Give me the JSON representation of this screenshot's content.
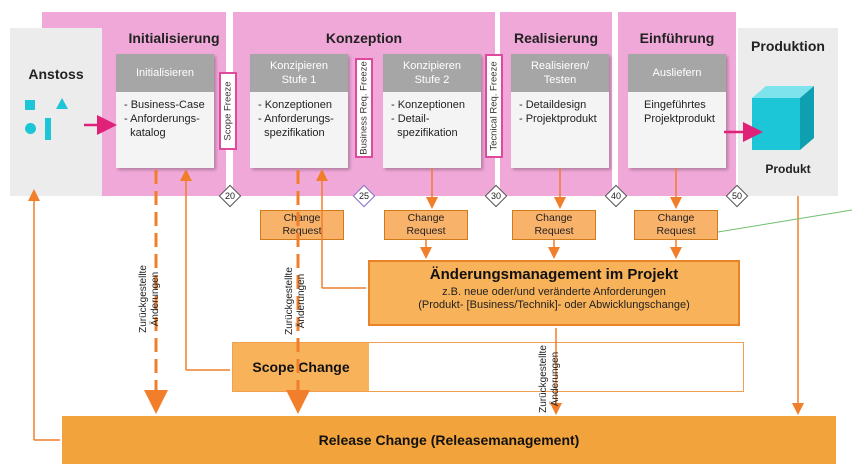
{
  "phases": {
    "anstoss": "Anstoss",
    "initialisierung": "Initialisierung",
    "konzeption": "Konzeption",
    "realisierung": "Realisierung",
    "einfuehrung": "Einführung",
    "produktion": "Produktion"
  },
  "cards": [
    {
      "head": "Initialisieren",
      "body": "- Business-Case\n- Anforderungs-\n  katalog"
    },
    {
      "head": "Konzipieren\nStufe 1",
      "body": "- Konzeptionen\n- Anforderungs-\n  spezifikation"
    },
    {
      "head": "Konzipieren\nStufe 2",
      "body": "- Konzeptionen\n- Detail-\n  spezifikation"
    },
    {
      "head": "Realisieren/\nTesten",
      "body": "- Detaildesign\n- Projektprodukt"
    },
    {
      "head": "Ausliefern",
      "body": "Eingeführtes\nProjektprodukt"
    }
  ],
  "freezes": [
    "Scope Freeze",
    "Business Req. Freeze",
    "Tecnical Req. Freeze"
  ],
  "milestones": [
    "20",
    "25",
    "30",
    "40",
    "50"
  ],
  "product_label": "Produkt",
  "change_request": "Change\nRequest",
  "aenderung": {
    "title": "Änderungsmanagement im Projekt",
    "line1": "z.B. neue oder/und veränderte Anforderungen",
    "line2": "(Produkt- [Business/Technik]- oder Abwicklungschange)"
  },
  "scope_change": "Scope Change",
  "release_change": "Release Change (Releasemanagement)",
  "returned_changes": "Zurückgestellte\nÄnderungen",
  "colors": {
    "pink": "#f0a8d8",
    "orange": "#f5a84a",
    "cube": "#1cc6d6",
    "arrow_pink": "#e0217a"
  }
}
